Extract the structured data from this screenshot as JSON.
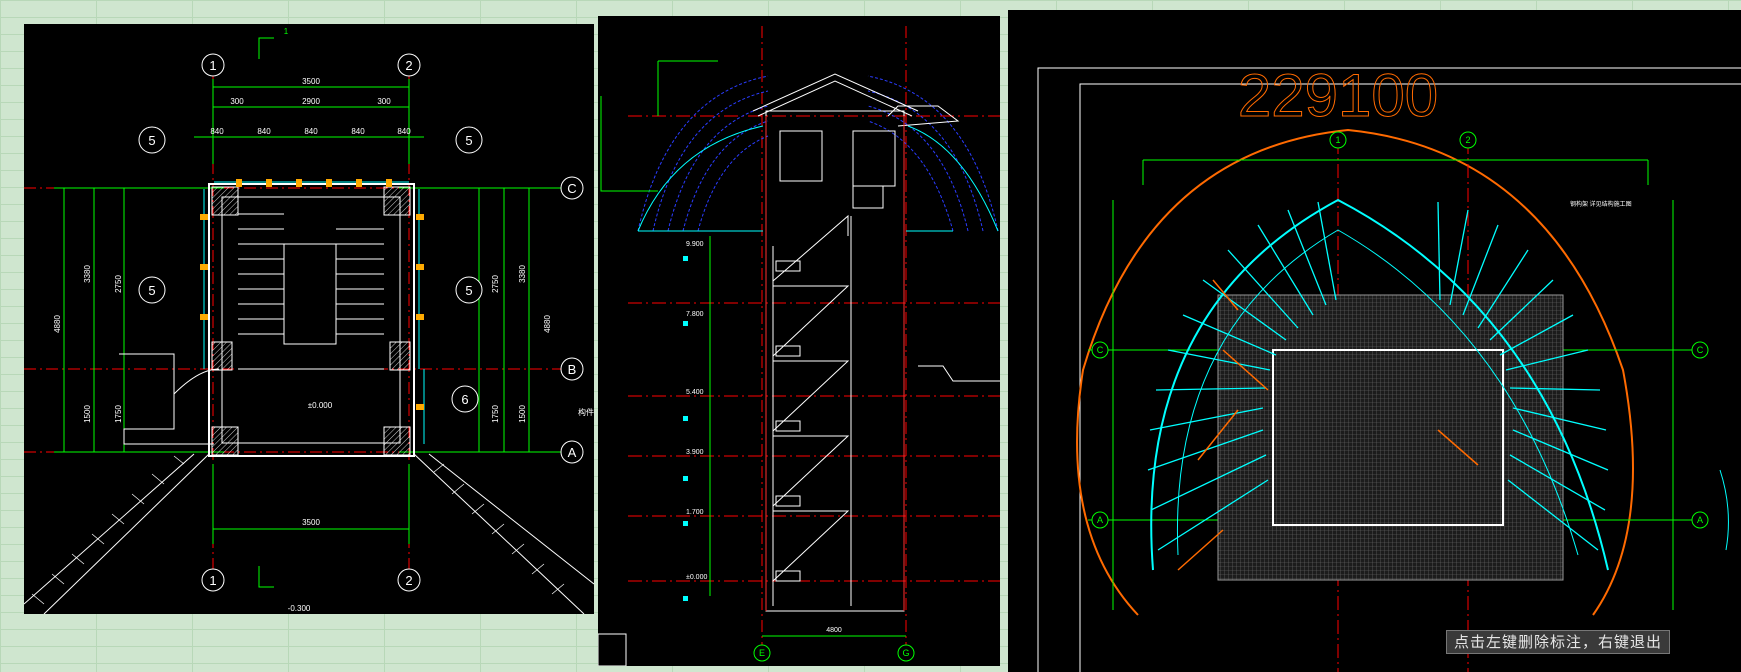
{
  "plan": {
    "axes_top": [
      "1",
      "2"
    ],
    "axes_bottom": [
      "1",
      "2"
    ],
    "axes_right": [
      "C",
      "B",
      "A"
    ],
    "detail_marks": [
      "5",
      "5",
      "5",
      "5",
      "6"
    ],
    "section_mark": "1",
    "dim_overall": "3500",
    "dim_top_row": [
      "300",
      "2900",
      "300"
    ],
    "dim_post_row": [
      "840",
      "840",
      "840",
      "840",
      "840"
    ],
    "dim_left_outer": [
      "3380",
      "1500"
    ],
    "dim_left_total": "4880",
    "dim_right_outer": [
      "3380",
      "1500"
    ],
    "dim_right_total": "4880",
    "dim_left_inner": [
      "2750",
      "1750"
    ],
    "dim_right_inner": [
      "2750",
      "1750"
    ],
    "dim_bottom": "3500",
    "elevation_label": "±0.000",
    "level_label": "-0.300",
    "side_note": "构件"
  },
  "elevation": {
    "axes_bottom": [
      "E",
      "G"
    ],
    "level_labels": [
      "9.900",
      "7.800",
      "5.400",
      "3.900",
      "1.700",
      "±0.000"
    ],
    "dim_bottom": "4800"
  },
  "roof_plan": {
    "title_number": "229100",
    "axes_top": [
      "1",
      "2"
    ],
    "axes_side": [
      "C",
      "A"
    ],
    "note": "钢构架 详见结构施工图"
  },
  "status_bar": {
    "message": "点击左键删除标注，右键退出"
  },
  "colors": {
    "background": "#000000",
    "dimension": "#00ff00",
    "axis": "#ff0000",
    "wall": "#ffffff",
    "cyan": "#00ffff",
    "orange": "#ff6a00",
    "blue": "#2a3cff"
  }
}
